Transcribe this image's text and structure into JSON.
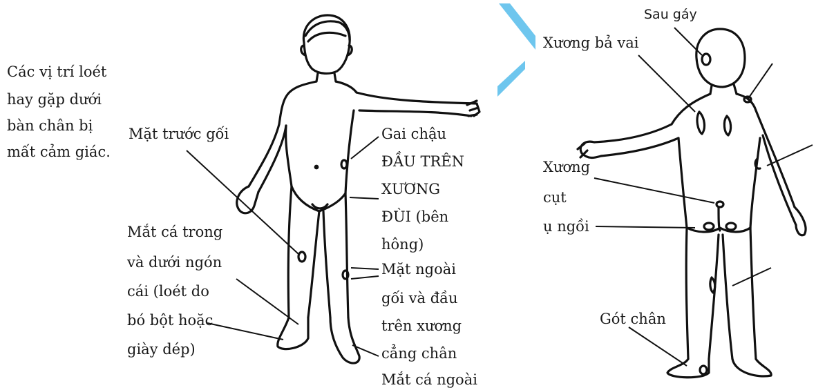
{
  "diagram": {
    "accent_color": "#6ec6ee",
    "front_figure": {
      "intro": [
        "Các vị trí loét",
        "hay gặp dưới",
        "bàn chân bị",
        "mất cảm giác."
      ],
      "labels": {
        "knee_front": "Mặt trước gối",
        "inner_ankle": [
          "Mắt cá trong",
          "và dưới ngón",
          "cái (loét do",
          "bó bột hoặc",
          "giày dép)"
        ],
        "iliac_spine": "Gai chậu",
        "femur_head": [
          "ĐẦU TRÊN",
          "XƯƠNG",
          "ĐÙI (bên",
          "hông)"
        ],
        "outer_knee": [
          "Mặt ngoài",
          "gối và đầu",
          "trên xương",
          "cẳng chân"
        ],
        "outer_ankle": "Mắt cá ngoài"
      }
    },
    "back_figure": {
      "labels": {
        "nape": "Sau gáy",
        "scapula": "Xương bả vai",
        "coccyx": [
          "Xương",
          "cụt"
        ],
        "ischial": "ụ ngồi",
        "heel": "Gót chân"
      }
    }
  }
}
